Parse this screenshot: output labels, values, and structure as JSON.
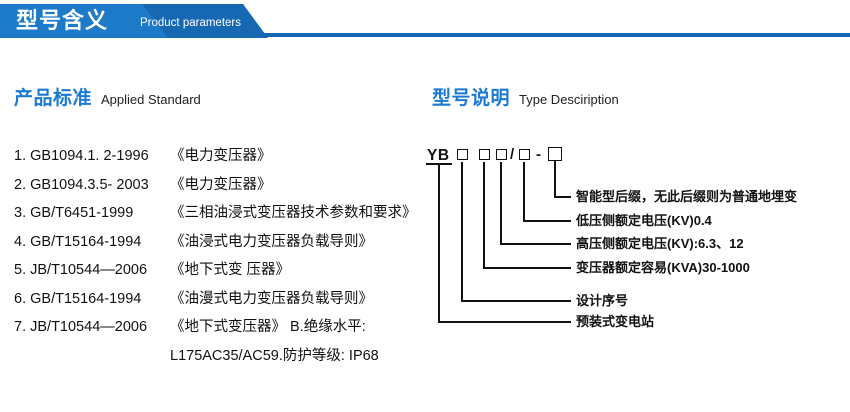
{
  "banner": {
    "title_cn": "型号含义",
    "title_en": "Product parameters",
    "accent_dark": "#1a6fc0",
    "accent_light": "#1668b3"
  },
  "left_section": {
    "heading_cn": "产品标准",
    "heading_en": "Applied Standard",
    "standards": [
      {
        "index": "1.",
        "code": "GB1094.1. 2-1996",
        "name": "《电力变压器》"
      },
      {
        "index": "2.",
        "code": "GB1094.3.5- 2003",
        "name": "《电力变压器》"
      },
      {
        "index": "3.",
        "code": "GB/T6451-1999",
        "name": "《三相油浸式变压器技术参数和要求》"
      },
      {
        "index": "4.",
        "code": "GB/T15164-1994",
        "name": "《油浸式电力变压器负载导则》"
      },
      {
        "index": "5.",
        "code": "JB/T10544—2006",
        "name": "《地下式变 压器》"
      },
      {
        "index": "6.",
        "code": "GB/T15164-1994",
        "name": "《油漫式电力变压器负载导则》"
      },
      {
        "index": "7.",
        "code": "JB/T10544—2006",
        "name": "《地下式变压器》 B.绝缘水平:"
      }
    ],
    "continuation": "L175AC35/AC59.防护等级: IP68"
  },
  "right_section": {
    "heading_cn": "型号说明",
    "heading_en": "Type Desciription",
    "code": {
      "prefix": "YB",
      "slash": "/",
      "dash": "-",
      "box_count": 5
    },
    "labels": [
      {
        "id": "intelligent-suffix",
        "text": "智能型后缀，无此后缀则为普通地埋变"
      },
      {
        "id": "lv-rated-voltage",
        "text": "低压侧额定电压(KV)0.4"
      },
      {
        "id": "hv-rated-voltage",
        "text": "高压侧额定电压(KV):6.3、12"
      },
      {
        "id": "rated-capacity",
        "text": "变压器额定容易(KVA)30-1000"
      },
      {
        "id": "design-serial",
        "text": "设计序号"
      },
      {
        "id": "substation-type",
        "text": "预装式变电站"
      }
    ]
  }
}
